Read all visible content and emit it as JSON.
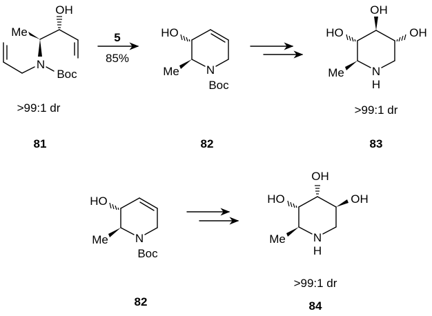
{
  "scheme": {
    "compounds": [
      {
        "id": "81",
        "labels": {
          "oh": "OH",
          "me": "Me",
          "n": "N",
          "boc": "Boc"
        },
        "dr": ">99:1 dr"
      },
      {
        "id": "82",
        "labels": {
          "ho": "HO",
          "me": "Me",
          "n": "N",
          "boc": "Boc"
        }
      },
      {
        "id": "83",
        "labels": {
          "ho": "HO",
          "oh_top": "OH",
          "oh_right": "OH",
          "me": "Me",
          "n": "N",
          "h": "H"
        },
        "dr": ">99:1 dr"
      },
      {
        "id": "82",
        "labels": {
          "ho": "HO",
          "me": "Me",
          "n": "N",
          "boc": "Boc"
        }
      },
      {
        "id": "84",
        "labels": {
          "ho": "HO",
          "oh_top": "OH",
          "oh_right": "OH",
          "me": "Me",
          "n": "N",
          "h": "H"
        },
        "dr": ">99:1 dr"
      }
    ],
    "reaction1": {
      "reagent": "5",
      "yield": "85%"
    }
  }
}
